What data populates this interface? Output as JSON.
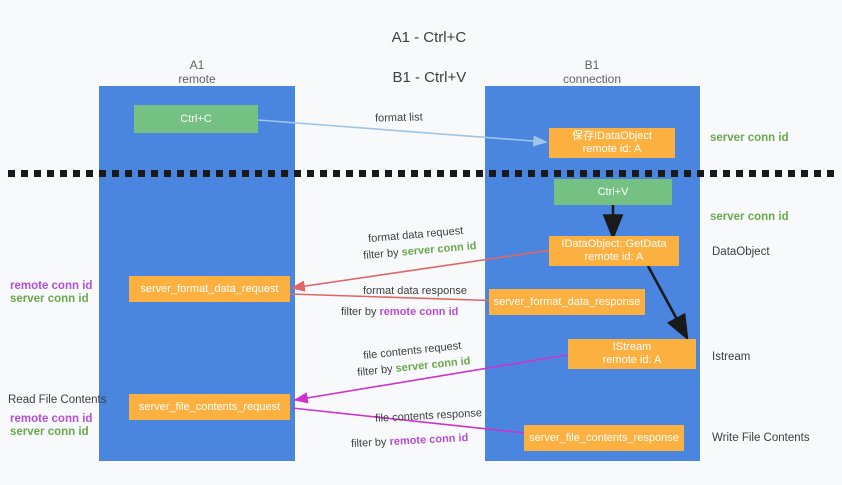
{
  "title": {
    "line1": "A1 - Ctrl+C",
    "line2": "B1 - Ctrl+V"
  },
  "columns": [
    {
      "name": "A1",
      "sub": "remote"
    },
    {
      "name": "B1",
      "sub": "connection"
    }
  ],
  "nodes": {
    "ctrl_c": {
      "label": "Ctrl+C",
      "color": "#74c183"
    },
    "save_idataobject": {
      "line1": "保存IDataObject",
      "line2": "remote id: A",
      "color": "#fbb040"
    },
    "ctrl_v": {
      "label": "Ctrl+V",
      "color": "#74c183"
    },
    "getdata": {
      "line1": "IDataObject::GetData",
      "line2": "remote id: A",
      "color": "#fbb040"
    },
    "server_format_data_request": {
      "label": "server_format_data_request",
      "color": "#fbb040"
    },
    "server_format_data_response": {
      "label": "server_format_data_response",
      "color": "#fbb040"
    },
    "istream": {
      "line1": "IStream",
      "line2": "remote id: A",
      "color": "#fbb040"
    },
    "server_file_contents_request": {
      "label": "server_file_contents_request",
      "color": "#fbb040"
    },
    "server_file_contents_response": {
      "label": "server_file_contents_response",
      "color": "#fbb040"
    }
  },
  "edge_labels": {
    "format_list": "format list",
    "format_data_request": "format data request",
    "format_data_request_filter_prefix": "filter by ",
    "format_data_request_filter_key": "server conn id",
    "format_data_response": "format data response",
    "format_data_response_filter_prefix": "filter by ",
    "format_data_response_filter_key": "remote conn id",
    "file_contents_request": "file contents request",
    "file_contents_request_filter_prefix": "filter by ",
    "file_contents_request_filter_key": "server conn id",
    "file_contents_response": "file contents response",
    "file_contents_response_filter_prefix": "filter by ",
    "file_contents_response_filter_key": "remote conn id"
  },
  "right_labels": {
    "server_conn_id_top": "server conn id",
    "server_conn_id_mid": "server conn id",
    "dataobject": "DataObject",
    "istream": "Istream",
    "write_file_contents": "Write File Contents"
  },
  "left_labels": {
    "remote_conn_id_1": "remote conn id",
    "server_conn_id_1": "server conn id",
    "read_file_contents": "Read File Contents",
    "remote_conn_id_2": "remote conn id",
    "server_conn_id_2": "server conn id"
  },
  "colors": {
    "lane": "#4a86e0",
    "green_box": "#74c183",
    "orange_box": "#fbb040",
    "green_text": "#6aa84f",
    "purple_text": "#b34fd6",
    "arrow_blue": "#9fc5e8",
    "arrow_red": "#e06666",
    "arrow_magenta": "#cc33cc",
    "arrow_black": "#1a1a1a",
    "background": "#f8f9fa"
  }
}
